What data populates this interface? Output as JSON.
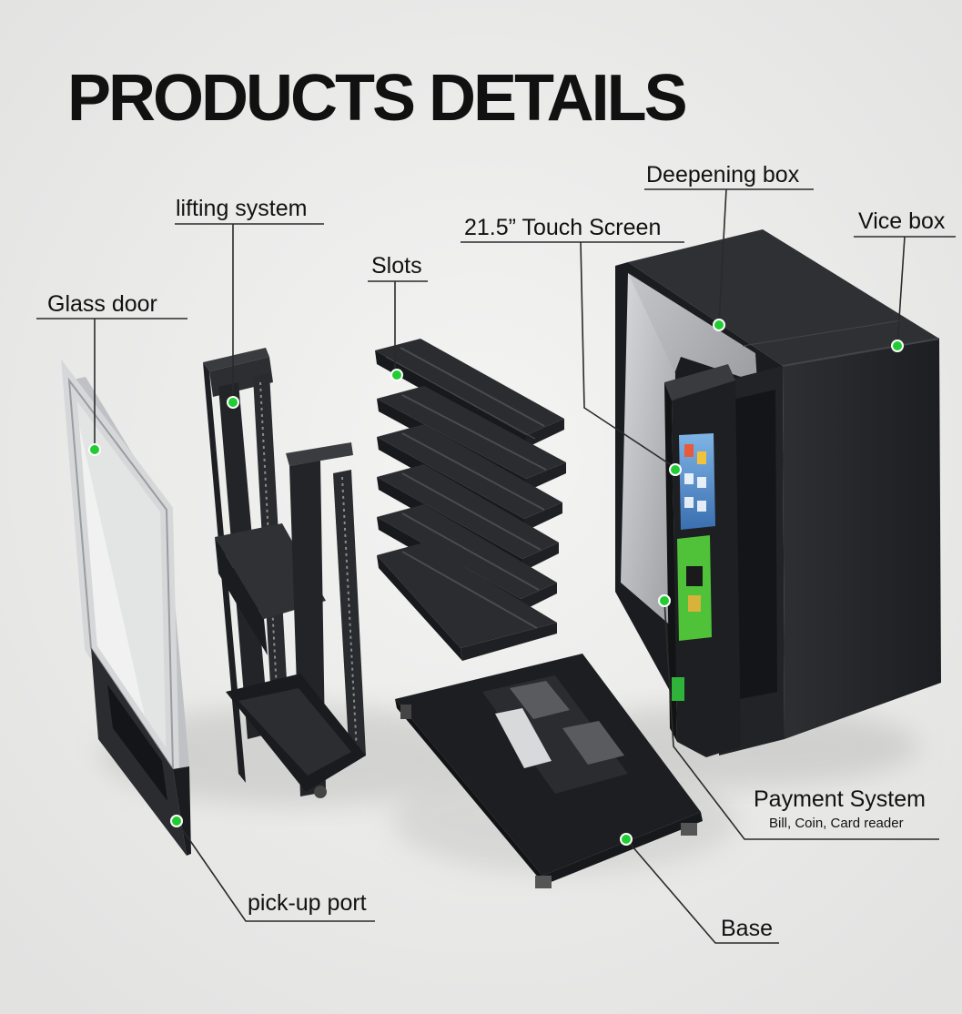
{
  "title": "PRODUCTS DETAILS",
  "labels": {
    "glass_door": "Glass door",
    "lifting_system": "lifting system",
    "slots": "Slots",
    "touch_screen": "21.5” Touch Screen",
    "deepening_box": "Deepening box",
    "vice_box": "Vice box",
    "pickup_port": "pick-up port",
    "payment_system": "Payment System",
    "payment_detail": "Bill, Coin,  Card reader",
    "base": "Base"
  },
  "colors": {
    "background": "#ececeb",
    "cabinet": "#26272a",
    "marker": "#22cc33",
    "payment_panel": "#4fc23a",
    "glass_frame": "#d9dadc"
  }
}
